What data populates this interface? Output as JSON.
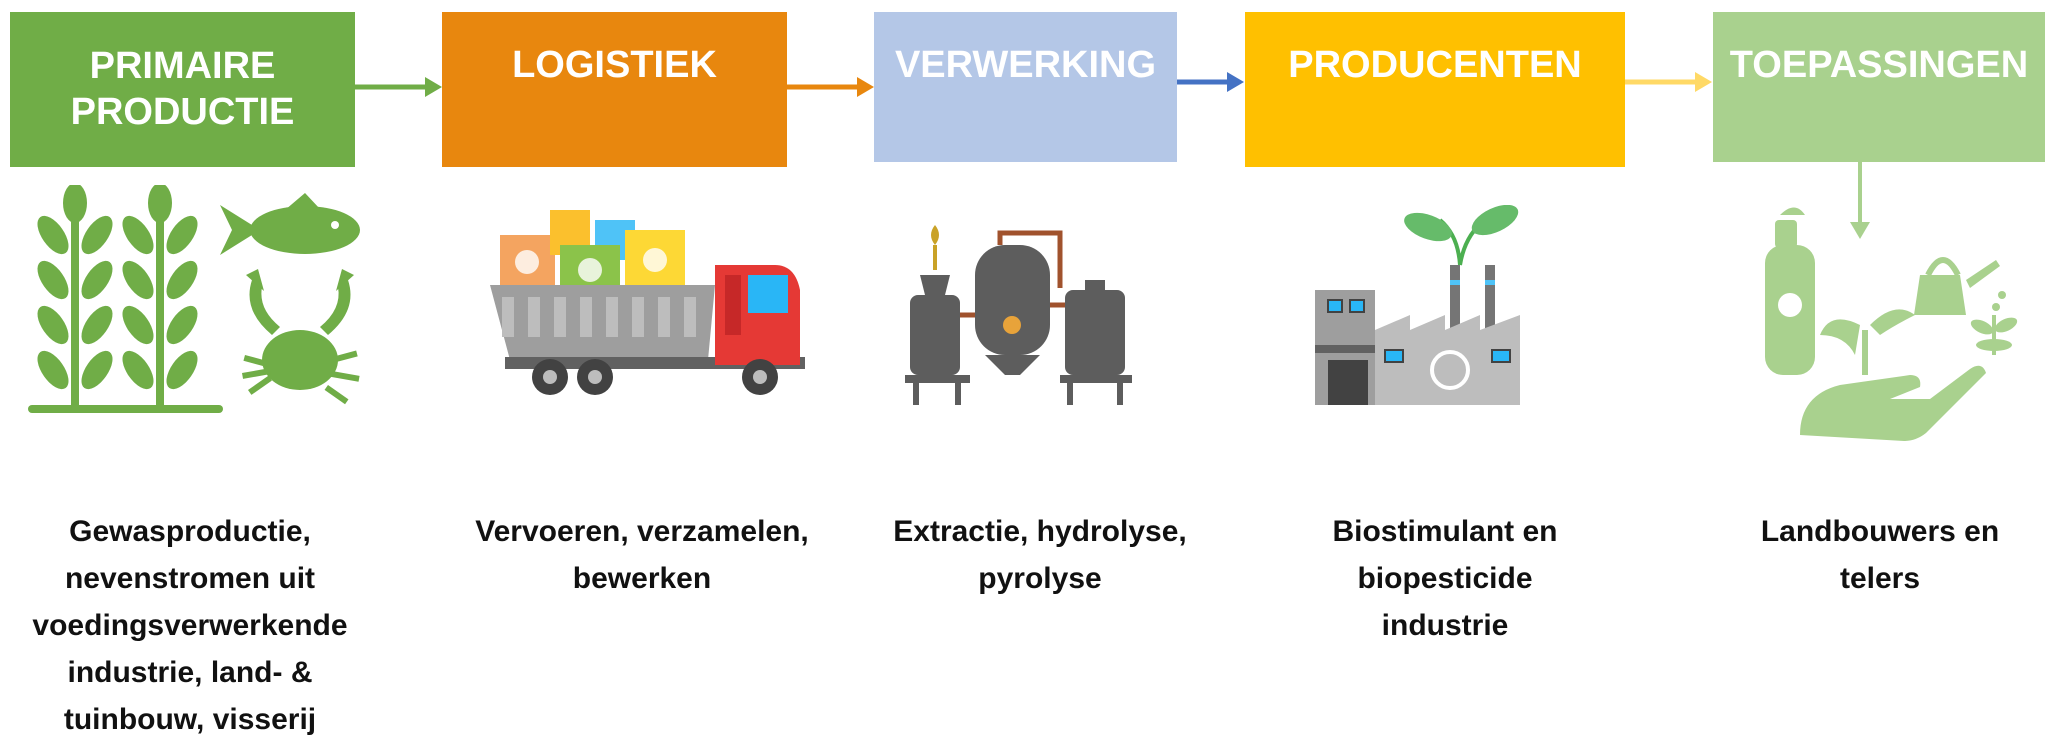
{
  "colors": {
    "primaire": "#70AD47",
    "logistiek": "#E8870E",
    "verwerking": "#B4C7E7",
    "producenten": "#FFC000",
    "toepassingen": "#A9D18E",
    "arrow_blue": "#4472C4",
    "arrow_yellow": "#FFD966"
  },
  "stages": [
    {
      "title_lines": [
        "PRIMAIRE",
        "PRODUCTIE"
      ],
      "desc_lines": [
        "Gewasproductie,",
        "nevenstromen uit",
        "voedingsverwerkende",
        "industrie, land- &",
        "tuinbouw, visserij"
      ],
      "icon": "crop-fish-crab-icon"
    },
    {
      "title_lines": [
        "LOGISTIEK"
      ],
      "desc_lines": [
        "Vervoeren, verzamelen,",
        "bewerken"
      ],
      "icon": "recycling-truck-icon"
    },
    {
      "title_lines": [
        "VERWERKING"
      ],
      "desc_lines": [
        "Extractie, hydrolyse,",
        "pyrolyse"
      ],
      "icon": "processing-plant-icon"
    },
    {
      "title_lines": [
        "PRODUCENTEN"
      ],
      "desc_lines": [
        "Biostimulant en",
        "biopesticide",
        "industrie"
      ],
      "icon": "green-factory-icon"
    },
    {
      "title_lines": [
        "TOEPASSINGEN"
      ],
      "desc_lines": [
        "Landbouwers en",
        "telers"
      ],
      "icon": "farming-application-icon"
    }
  ]
}
